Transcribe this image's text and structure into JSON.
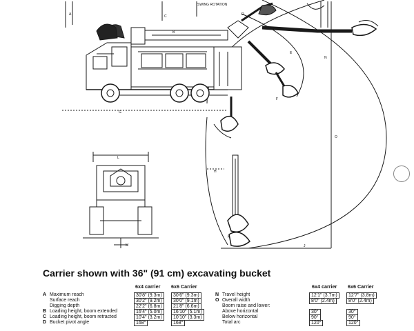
{
  "diagram": {
    "swing_label": "SWING ROTATION",
    "dimension_letters": [
      "A",
      "B",
      "C",
      "D",
      "E",
      "F",
      "G",
      "H",
      "J",
      "K",
      "L",
      "M",
      "N",
      "O"
    ]
  },
  "heading": "Carrier shown with 36\" (91 cm) excavating bucket",
  "left_table": {
    "col1": "6x4 carrier",
    "col2": "6x6 Carrier",
    "rows": [
      {
        "code": "A",
        "label": "Maximum reach",
        "v1": "30'8\" (9.3m)",
        "v2": "30'6\" (9.3m)"
      },
      {
        "code": "",
        "label": "Surface reach",
        "v1": "30'2\" (9.2m)",
        "v2": "30'0\" (9.1m)"
      },
      {
        "code": "",
        "label": "Digging depth",
        "v1": "22'2\" (6.8m)",
        "v2": "21'8\" (6.6m)"
      },
      {
        "code": "B",
        "label": "Loading height, boom extended",
        "v1": "16'4\" (5.0m)",
        "v2": "16'10\" (5.1m)"
      },
      {
        "code": "C",
        "label": "Loading height, boom retracted",
        "v1": "10'4\" (3.2m)",
        "v2": "10'10\" (3.3m)"
      },
      {
        "code": "D",
        "label": "Bucket pivot angle",
        "v1": "168°",
        "v2": "168°"
      }
    ]
  },
  "right_table": {
    "col1": "6x4 carrier",
    "col2": "6x6 Carrier",
    "rows": [
      {
        "code": "N",
        "label": "Travel height",
        "v1": "12'1\" (3.7m)",
        "v2": "12'7\" (3.8m)"
      },
      {
        "code": "O",
        "label": "Overall width",
        "v1": "8'0\" (2.4m)",
        "v2": "8'0\" (2.4m)"
      },
      {
        "code": "",
        "label": "Boom raise and lower:",
        "v1": "",
        "v2": ""
      },
      {
        "code": "",
        "label": "Above horizontal",
        "v1": "30°",
        "v2": "30°"
      },
      {
        "code": "",
        "label": "Below horizontal",
        "v1": "90°",
        "v2": "90°"
      },
      {
        "code": "",
        "label": "Total arc",
        "v1": "120°",
        "v2": "120°"
      }
    ]
  }
}
